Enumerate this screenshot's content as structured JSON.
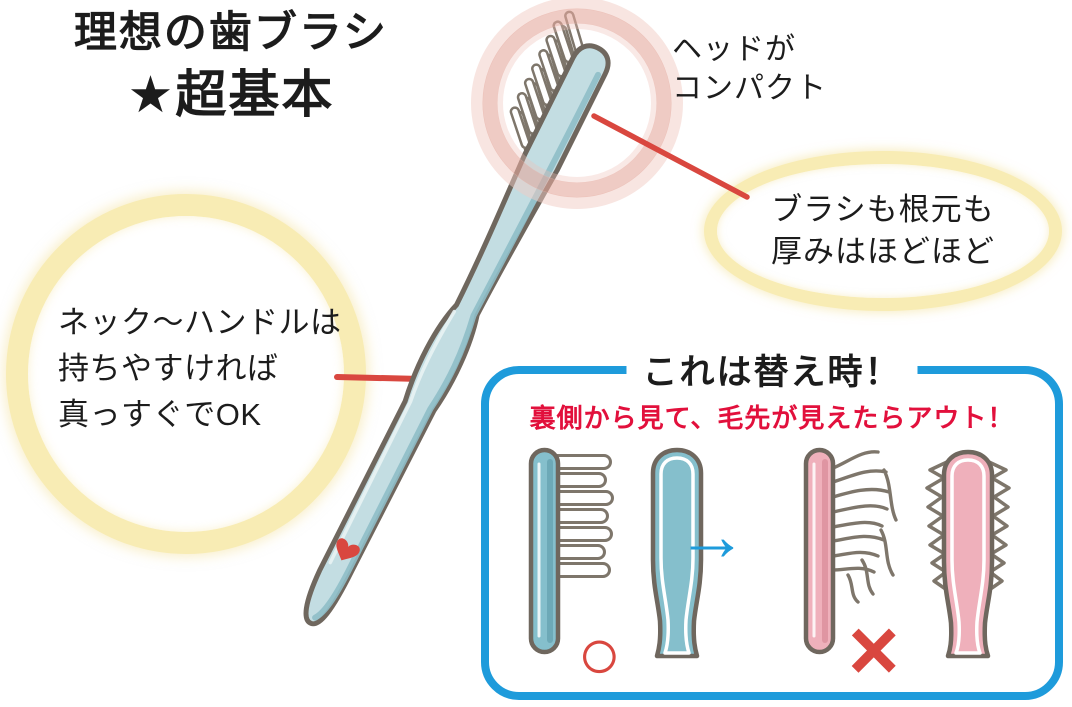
{
  "title": {
    "line1": "理想の歯ブラシ",
    "line2": "★超基本"
  },
  "annotations": {
    "head": {
      "line1": "ヘッドが",
      "line2": "コンパクト"
    },
    "bristle_base": {
      "line1": "ブラシも根元も",
      "line2": "厚みはほどほど"
    },
    "neck_handle": {
      "line1": "ネック〜ハンドルは",
      "line2": "持ちやすければ",
      "line3": "真っすぐでOK"
    }
  },
  "replace_box": {
    "title": "これは替え時！",
    "warning": "裏側から見て、毛先が見えたらアウト！",
    "good_mark": "○",
    "bad_mark": "×",
    "arrow": "→"
  },
  "icons": {
    "star": "★",
    "heart": "red heart on handle",
    "good_mark_icon": "red circle = still usable",
    "bad_mark_icon": "red cross = worn out"
  },
  "colors": {
    "accent_red": "#D9473F",
    "warning_red": "#E2103C",
    "box_blue": "#1E9BDB",
    "handle_blue": "#C3DDE2",
    "small_brush_blue": "#85BFCC",
    "small_brush_pink": "#EFB0BB",
    "highlight_yellow": "#F8ECB4",
    "highlight_pink_ring": "#E4A89D",
    "outline_gray": "#6F675E",
    "text_black": "#1c1c1c"
  }
}
